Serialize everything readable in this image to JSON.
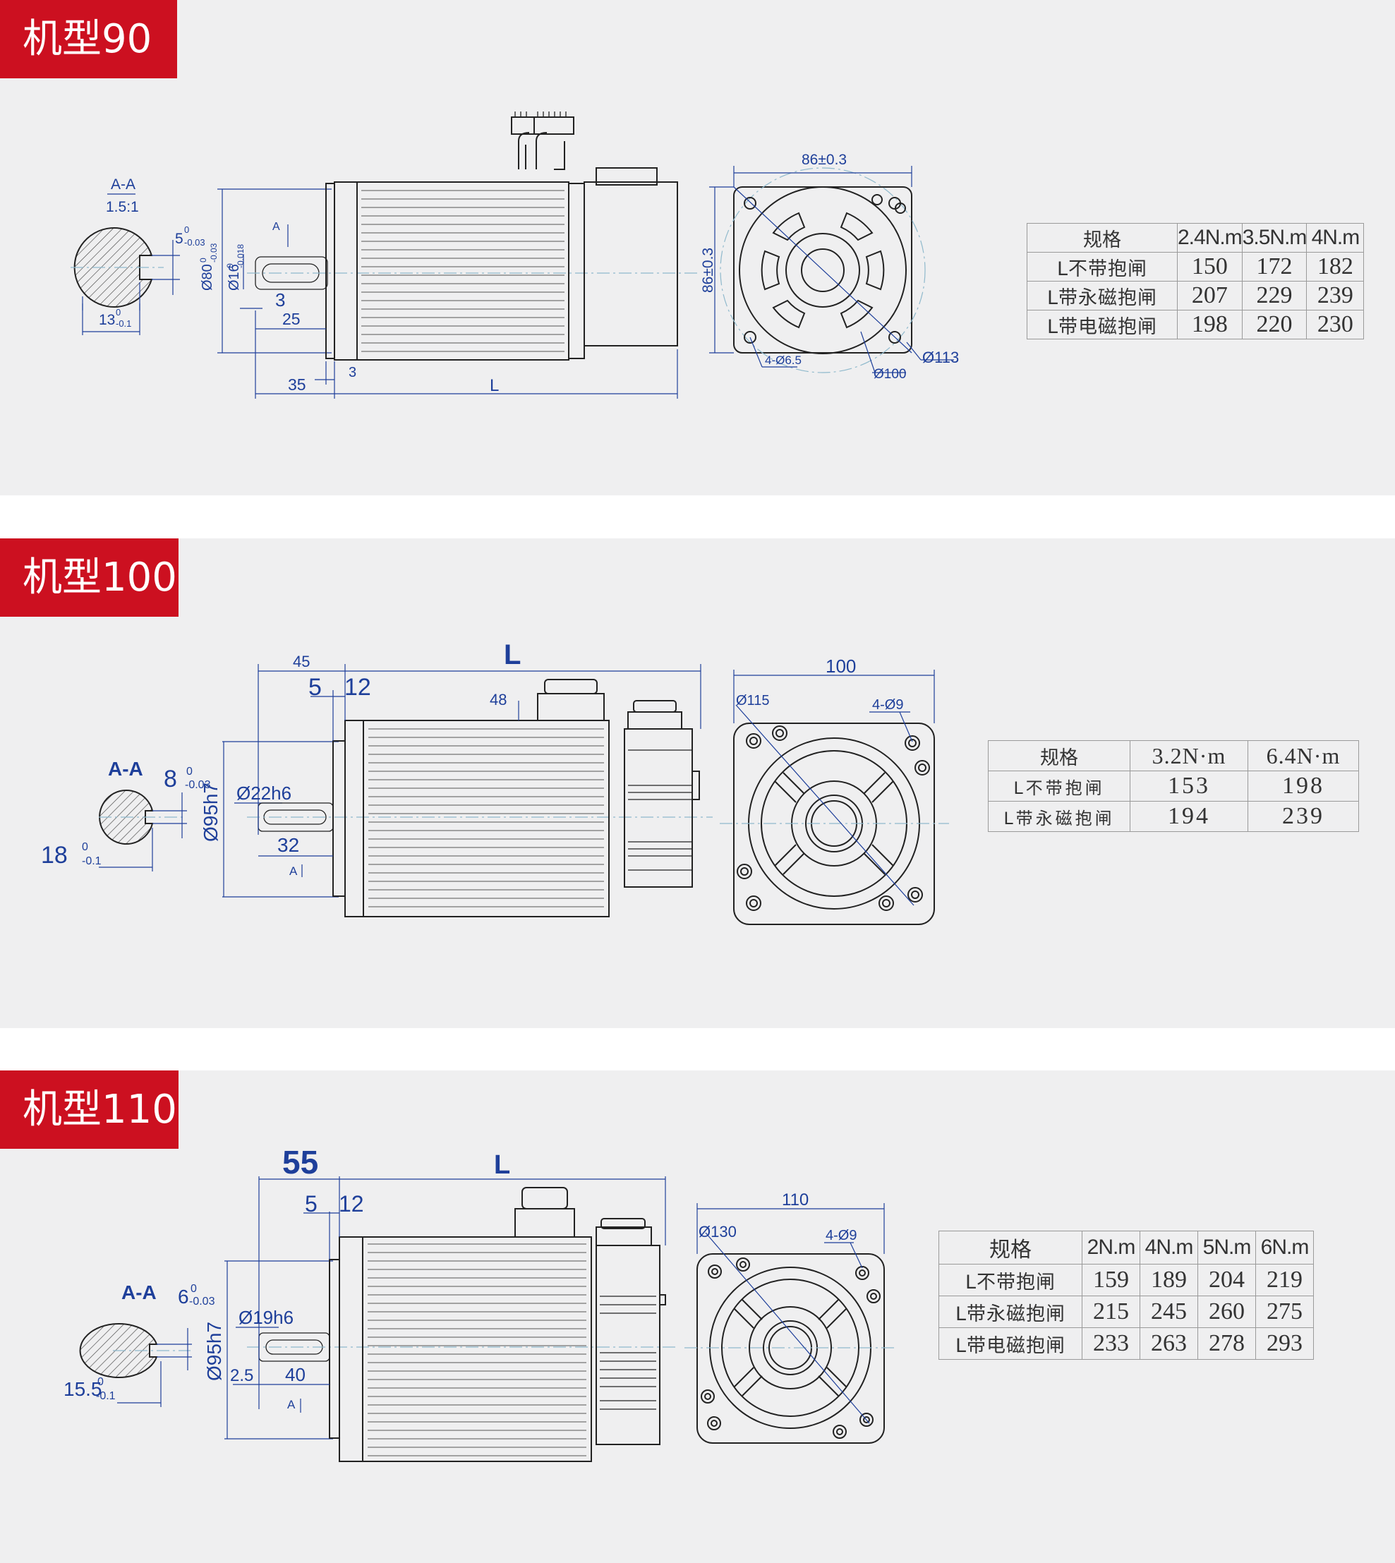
{
  "sections": [
    {
      "title": "机型90",
      "dims": {
        "section_view": "A-A",
        "scale": "1.5:1",
        "key_width": "5",
        "key_tol_upper": "0",
        "key_tol_lower": "-0.03",
        "d80": "Ø80",
        "d80_tol_upper": "0",
        "d80_tol_lower": "-0.03",
        "d16": "Ø16",
        "d16_tol_upper": "0",
        "d16_tol_lower": "-0.018",
        "depth": "13",
        "depth_tol_upper": "0",
        "depth_tol_lower": "-0.1",
        "section_mark": "A",
        "shaft_3": "3",
        "shaft_25": "25",
        "overall_35": "35",
        "flange_3": "3",
        "length": "L",
        "square": "86±0.3",
        "square_v": "86±0.3",
        "holes": "4-Ø6.5",
        "pcd": "Ø100",
        "outer": "Ø113"
      },
      "table": {
        "header": [
          "规格",
          "2.4N.m",
          "3.5N.m",
          "4N.m"
        ],
        "rows": [
          {
            "label": "L不带抱闸",
            "values": [
              "150",
              "172",
              "182"
            ]
          },
          {
            "label": "L带永磁抱闸",
            "values": [
              "207",
              "229",
              "239"
            ]
          },
          {
            "label": "L带电磁抱闸",
            "values": [
              "198",
              "220",
              "230"
            ]
          }
        ]
      }
    },
    {
      "title": "机型100",
      "dims": {
        "section_view": "A-A",
        "key_width": "8",
        "key_tol_upper": "0",
        "key_tol_lower": "-0.03",
        "depth": "18",
        "depth_tol_upper": "0",
        "depth_tol_lower": "-0.1",
        "overall_45": "45",
        "step_5": "5",
        "step_12": "12",
        "length": "L",
        "height_48": "48",
        "d22": "Ø22h6",
        "d95": "Ø95h7",
        "shaft_32": "32",
        "section_mark": "A",
        "square": "100",
        "outer": "Ø115",
        "holes": "4-Ø9"
      },
      "table": {
        "header": [
          "规格",
          "3.2N·m",
          "6.4N·m"
        ],
        "rows": [
          {
            "label": "L不带抱闸",
            "values": [
              "153",
              "198"
            ]
          },
          {
            "label": "L带永磁抱闸",
            "values": [
              "194",
              "239"
            ]
          }
        ]
      }
    },
    {
      "title": "机型110",
      "dims": {
        "section_view": "A-A",
        "key_width": "6",
        "key_tol_upper": "0",
        "key_tol_lower": "-0.03",
        "depth": "15.5",
        "depth_tol_upper": "0",
        "depth_tol_lower": "-0.1",
        "overall_55": "55",
        "step_5": "5",
        "step_12": "12",
        "length": "L",
        "d19": "Ø19h6",
        "d95": "Ø95h7",
        "shaft_25": "2.5",
        "shaft_40": "40",
        "section_mark": "A",
        "square": "110",
        "outer": "Ø130",
        "holes": "4-Ø9"
      },
      "table": {
        "header": [
          "规格",
          "2N.m",
          "4N.m",
          "5N.m",
          "6N.m"
        ],
        "rows": [
          {
            "label": "L不带抱闸",
            "values": [
              "159",
              "189",
              "204",
              "219"
            ]
          },
          {
            "label": "L带永磁抱闸",
            "values": [
              "215",
              "245",
              "260",
              "275"
            ]
          },
          {
            "label": "L带电磁抱闸",
            "values": [
              "233",
              "263",
              "278",
              "293"
            ]
          }
        ]
      }
    }
  ],
  "colors": {
    "tag": "#cc1020",
    "panel": "#efeff0",
    "dimension": "#1e3f9a",
    "centerline": "#8fb9cc",
    "outline": "#222222"
  }
}
